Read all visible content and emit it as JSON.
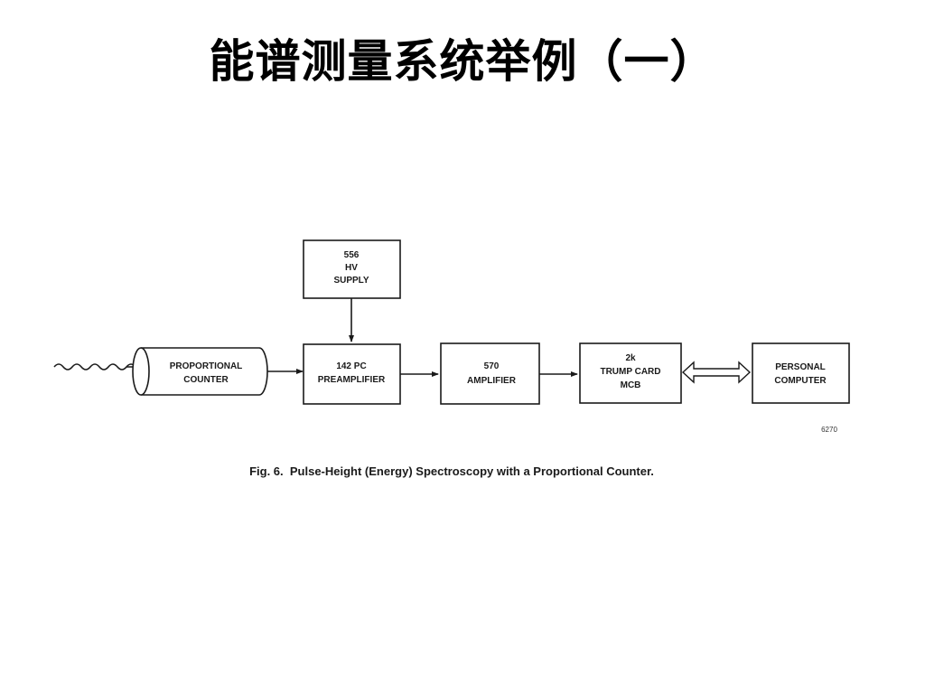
{
  "slide": {
    "title": "能谱测量系统举例（一）"
  },
  "diagram": {
    "blocks": {
      "hv_supply": [
        "556",
        "HV",
        "SUPPLY"
      ],
      "counter": [
        "PROPORTIONAL",
        "COUNTER"
      ],
      "preamp": [
        "142 PC",
        "PREAMPLIFIER"
      ],
      "amplifier": [
        "570",
        "AMPLIFIER"
      ],
      "mcb": [
        "2k",
        "TRUMP CARD",
        "MCB"
      ],
      "computer": [
        "PERSONAL",
        "COMPUTER"
      ]
    },
    "figure_id": "6270",
    "caption": "Fig. 6.  Pulse-Height (Energy) Spectroscopy with a Proportional Counter."
  }
}
